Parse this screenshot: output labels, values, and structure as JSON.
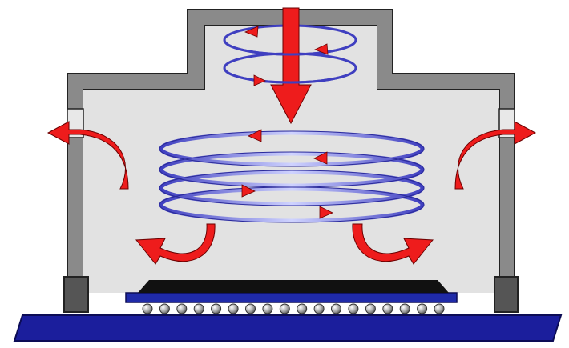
{
  "diagram": {
    "colors": {
      "chamber_wall": "#8a8a8a",
      "chamber_wall_stroke": "#222222",
      "chamber_interior": "#e2e2e2",
      "vent": "#e8e8e8",
      "wall_foot": "#555555",
      "airflow_arrow": "#ee1c1c",
      "airflow_arrow_stroke": "#6b0000",
      "swirl": "#3f3fc0",
      "swirl_highlight": "#cfd3ff",
      "base_plate": "#1b1e9c",
      "substrate": "#1f2aa8",
      "chip_die": "#111111",
      "solder_ball": "#a9a9a9"
    },
    "icons": {
      "down_arrow": "arrow-down-icon",
      "exhaust_left": "curved-arrow-left-icon",
      "exhaust_right": "curved-arrow-right-icon",
      "swirl_direction": "triangle-arrowhead-icon",
      "solder_ball": "circle-icon"
    },
    "counts": {
      "solder_balls": 18,
      "upper_swirl_rings": 2,
      "lower_swirl_rings": 4
    }
  }
}
